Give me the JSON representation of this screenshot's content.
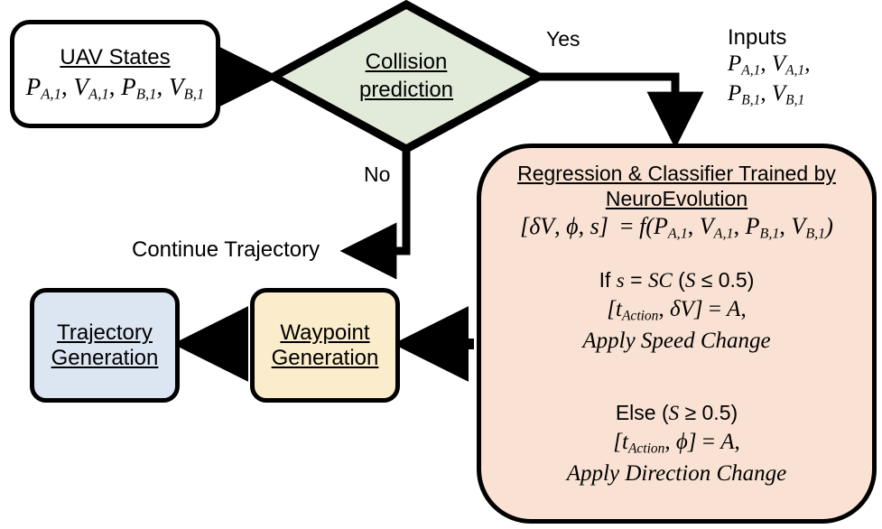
{
  "diagram": {
    "title": "UAV collision avoidance decision flowchart",
    "colors": {
      "diamond_fill": "#e2ead9",
      "regression_fill": "#f9e2d3",
      "waypoint_fill": "#fbeccc",
      "trajectory_fill": "#dce6f2",
      "stroke": "#000000",
      "page_background": "#ffffff"
    }
  },
  "uav_states": {
    "title": "UAV States",
    "formula_parts": [
      "P",
      "A,1",
      ", ",
      "V",
      "A,1",
      ", ",
      "P",
      "B,1",
      ", ",
      "V",
      "B,1"
    ],
    "formula_plain": "P_{A,1}, V_{A,1}, P_{B,1}, V_{B,1}"
  },
  "collision": {
    "line1": "Collision",
    "line2": "prediction"
  },
  "edges": {
    "yes_label": "Yes",
    "no_label": "No",
    "continue_trajectory": "Continue Trajectory"
  },
  "inputs": {
    "heading": "Inputs",
    "line2_plain": "P_{A,1}, V_{A,1},",
    "line3_plain": "P_{B,1}, V_{B,1}"
  },
  "regression": {
    "title_line1": "Regression & Classifier Trained by",
    "title_line2": "NeuroEvolution",
    "equation_plain": "[δV, ϕ, s] = f(P_{A,1}, V_{A,1}, P_{B,1}, V_{B,1})",
    "branch_if": {
      "condition": "If s = SC (S ≤ 0.5)",
      "assignment": "[t_{Action}, δV] = A,",
      "action": "Apply Speed Change"
    },
    "branch_else": {
      "condition": "Else (S ≥ 0.5)",
      "assignment": "[t_{Action}, ϕ] = A,",
      "action": "Apply Direction Change"
    }
  },
  "waypoint": {
    "line1": "Waypoint",
    "line2": "Generation"
  },
  "trajectory": {
    "line1": "Trajectory",
    "line2": "Generation"
  }
}
